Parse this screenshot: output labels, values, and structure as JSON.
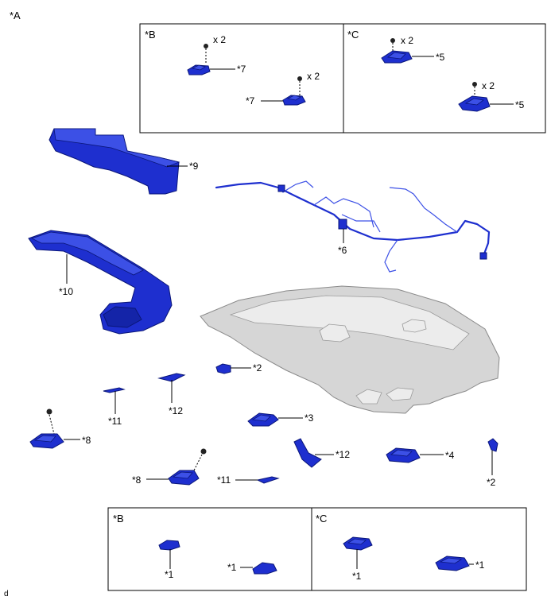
{
  "figure": {
    "title": "*A",
    "footer_code": "d"
  },
  "upper_group": {
    "left_box": {
      "header": "*B",
      "parts": [
        {
          "label": "*7",
          "qty": "x 2"
        },
        {
          "label": "*7",
          "qty": "x 2"
        }
      ]
    },
    "right_box": {
      "header": "*C",
      "parts": [
        {
          "label": "*5",
          "qty": "x 2"
        },
        {
          "label": "*5",
          "qty": "x 2"
        }
      ]
    }
  },
  "callouts": {
    "p9": "*9",
    "p6": "*6",
    "p10": "*10",
    "p2a": "*2",
    "p12a": "*12",
    "p11a": "*11",
    "p3": "*3",
    "p8a": "*8",
    "p12b": "*12",
    "p4": "*4",
    "p2b": "*2",
    "p8b": "*8",
    "p11b": "*11"
  },
  "lower_group": {
    "left_box": {
      "header": "*B",
      "parts": [
        {
          "label": "*1"
        },
        {
          "label": "*1"
        }
      ]
    },
    "right_box": {
      "header": "*C",
      "parts": [
        {
          "label": "*1"
        },
        {
          "label": "*1"
        }
      ]
    }
  },
  "colors": {
    "part_blue": "#1e2fcf",
    "headliner_gray": "#d6d6d6",
    "line": "#000000"
  }
}
